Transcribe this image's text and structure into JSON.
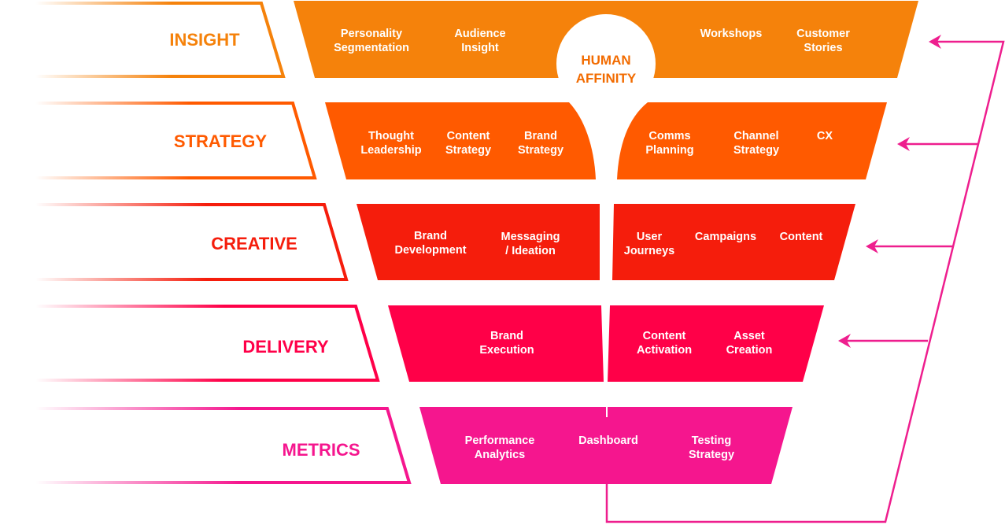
{
  "diagram": {
    "colors": {
      "insight": "#f5820b",
      "strategy": "#ff5a00",
      "creative": "#f51d0c",
      "delivery": "#ff0048",
      "metrics": "#f5168e",
      "arrow": "#ee1e8e"
    },
    "center_label": {
      "line1": "HUMAN",
      "line2": "AFFINITY"
    },
    "tiers": [
      {
        "label": "INSIGHT",
        "items": [
          {
            "line1": "Personality",
            "line2": "Segmentation"
          },
          {
            "line1": "Audience",
            "line2": "Insight"
          },
          {
            "line1": "Workshops",
            "line2": ""
          },
          {
            "line1": "Customer",
            "line2": "Stories"
          }
        ]
      },
      {
        "label": "STRATEGY",
        "items": [
          {
            "line1": "Thought",
            "line2": "Leadership"
          },
          {
            "line1": "Content",
            "line2": "Strategy"
          },
          {
            "line1": "Brand",
            "line2": "Strategy"
          },
          {
            "line1": "Comms",
            "line2": "Planning"
          },
          {
            "line1": "Channel",
            "line2": "Strategy"
          },
          {
            "line1": "CX",
            "line2": ""
          }
        ]
      },
      {
        "label": "CREATIVE",
        "items": [
          {
            "line1": "Brand",
            "line2": "Development"
          },
          {
            "line1": "Messaging",
            "line2": "/ Ideation"
          },
          {
            "line1": "User",
            "line2": "Journeys"
          },
          {
            "line1": "Campaigns",
            "line2": ""
          },
          {
            "line1": "Content",
            "line2": ""
          }
        ]
      },
      {
        "label": "DELIVERY",
        "items": [
          {
            "line1": "Brand",
            "line2": "Execution"
          },
          {
            "line1": "Content",
            "line2": "Activation"
          },
          {
            "line1": "Asset",
            "line2": "Creation"
          }
        ]
      },
      {
        "label": "METRICS",
        "items": [
          {
            "line1": "Performance",
            "line2": "Analytics"
          },
          {
            "line1": "Dashboard",
            "line2": ""
          },
          {
            "line1": "Testing",
            "line2": "Strategy"
          }
        ]
      }
    ]
  }
}
